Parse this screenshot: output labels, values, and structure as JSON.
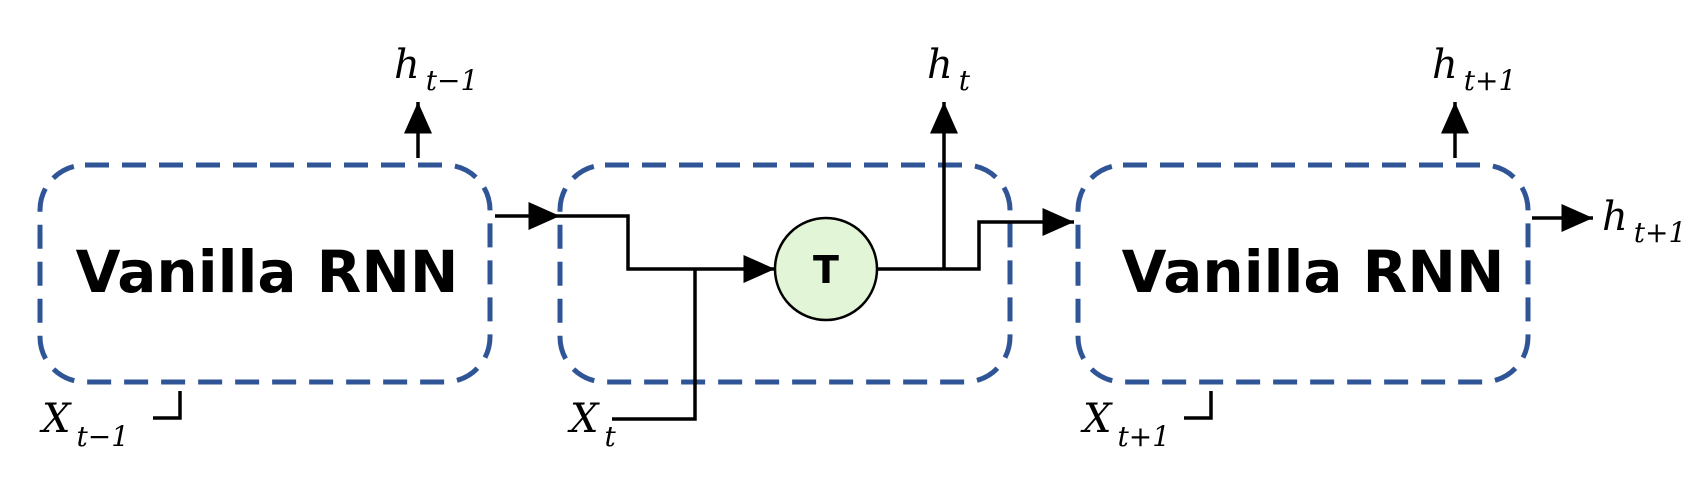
{
  "boxes": {
    "left": {
      "label": "Vanilla RNN"
    },
    "middle": {
      "label": ""
    },
    "right": {
      "label": "Vanilla RNN"
    }
  },
  "gate": {
    "label": "T",
    "fill": "#e2f5d6"
  },
  "labels": {
    "h_prev": {
      "main": "h",
      "sub": "t−1"
    },
    "h_t": {
      "main": "h",
      "sub": "t"
    },
    "h_next_top": {
      "main": "h",
      "sub": "t+1"
    },
    "h_next_right": {
      "main": "h",
      "sub": "t+1"
    },
    "x_prev": {
      "main": "X",
      "sub": "t−1"
    },
    "x_t": {
      "main": "X",
      "sub": "t"
    },
    "x_next": {
      "main": "X",
      "sub": "t+1"
    }
  },
  "colors": {
    "box_border": "#2f5597",
    "lines": "#000000"
  }
}
